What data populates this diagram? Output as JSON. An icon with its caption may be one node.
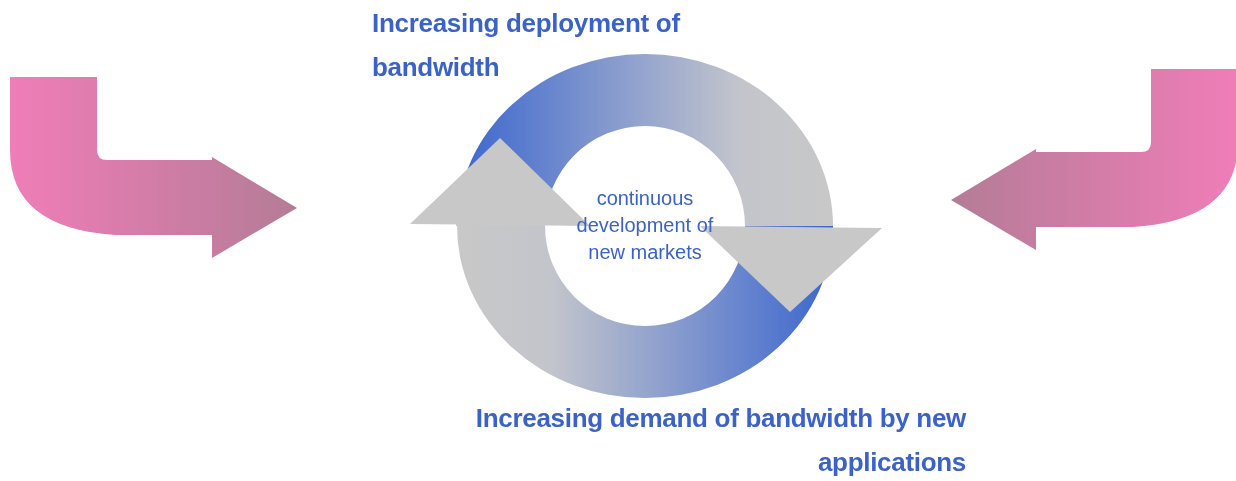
{
  "diagram": {
    "nodes": [
      {
        "text": [
          "continuous development of new markets"
        ]
      }
    ],
    "labels": [
      "Increasing deployment of bandwidth",
      "Increasing demand of bandwidth by new applications"
    ]
  }
}
